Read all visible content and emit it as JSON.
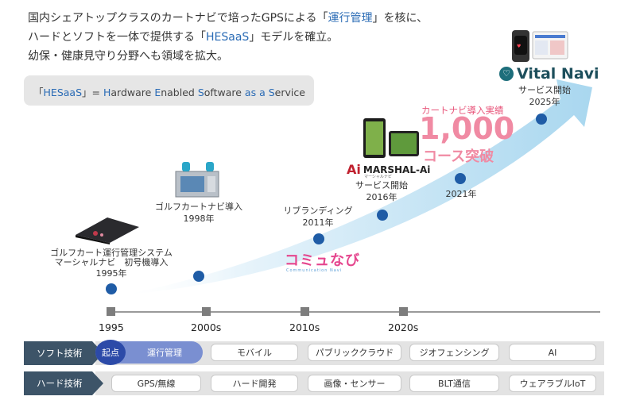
{
  "intro": {
    "line1_pre": "国内シェアトップクラスのカートナビで培ったGPSによる「",
    "line1_hl": "運行管理",
    "line1_post": "」を核に、",
    "line2_pre": "ハードとソフトを一体で提供する「",
    "line2_hl": "HESaaS",
    "line2_post": "」モデルを確立。",
    "line3": "幼保・健康見守り分野へも領域を拡大。"
  },
  "hesaas": {
    "open": "「",
    "abbr": "HESaaS",
    "mid": "」= ",
    "H": "H",
    "p1": "ardware ",
    "E": "E",
    "p2": "nabled ",
    "S": "S",
    "p3": "oftware ",
    "as": "as",
    "a": "a",
    "S2": "S",
    "p4": "ervice"
  },
  "milestones": {
    "m1995": {
      "line1": "ゴルフカート運行管理システム",
      "line2": "マーシャルナビ　初号機導入",
      "year": "1995年"
    },
    "m1998": {
      "line1": "ゴルフカートナビ導入",
      "year": "1998年"
    },
    "m2011": {
      "line1": "リブランディング",
      "year": "2011年"
    },
    "m2016": {
      "line1": "サービス開始",
      "year": "2016年"
    },
    "m2021": {
      "year": "2021年"
    },
    "m2025": {
      "line1": "サービス開始",
      "year": "2025年"
    }
  },
  "brands": {
    "marshal": "MARSHAL-Ai",
    "marshal_sub": "マーシャルナビ",
    "komyu": "コミュなび",
    "komyu_sub": "Communication Navi",
    "vital": "Vital Navi"
  },
  "highlight": {
    "caption": "カートナビ導入実績",
    "number": "1,000",
    "suffix": "コース突破"
  },
  "axis": {
    "labels": [
      "1995",
      "2000s",
      "2010s",
      "2020s"
    ]
  },
  "rows": {
    "soft": {
      "label": "ソフト技術",
      "start": "起点",
      "cells": [
        "運行管理",
        "モバイル",
        "パブリッククラウド",
        "ジオフェンシング",
        "AI"
      ]
    },
    "hard": {
      "label": "ハード技術",
      "cells": [
        "GPS/無線",
        "ハード開発",
        "画像・センサー",
        "BLT通信",
        "ウェアラブルIoT"
      ]
    }
  },
  "colors": {
    "accent_blue": "#2a6bb5",
    "dot_blue": "#1f5ca6",
    "highlight_pink": "#e8567b",
    "row_label_bg": "#3d5468",
    "arrow_gradient_start": "#ffffff",
    "arrow_gradient_end": "#a9d7ef"
  }
}
